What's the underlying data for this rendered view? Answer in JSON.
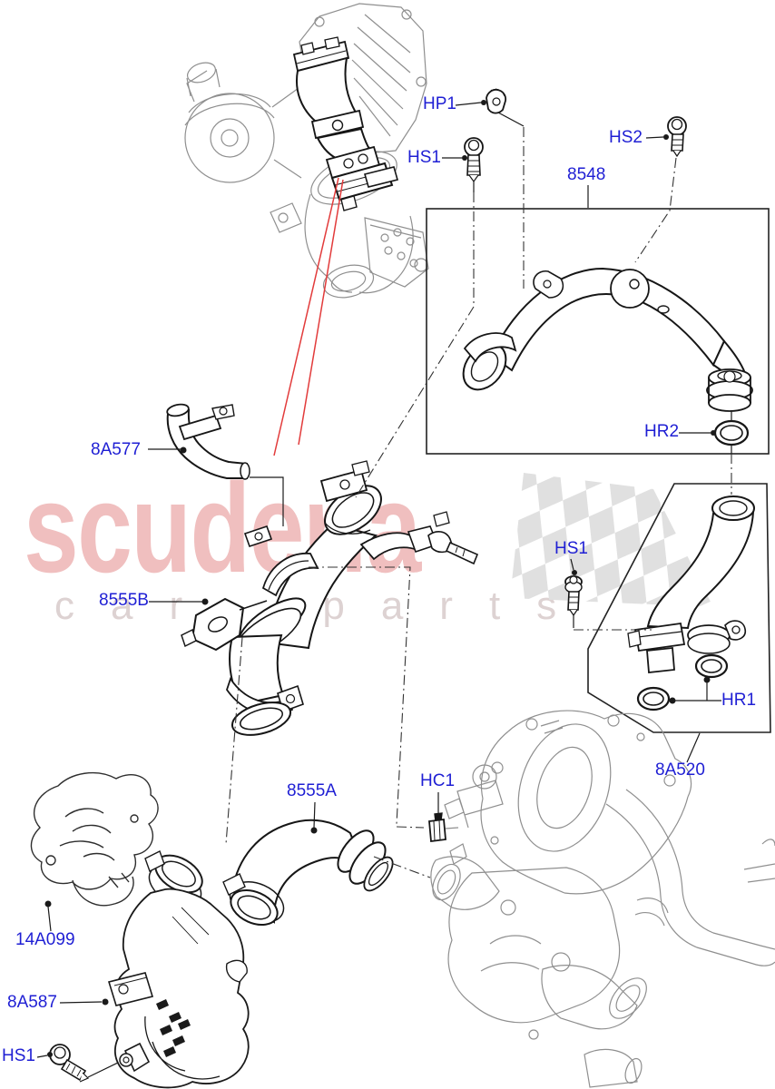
{
  "accent_color": "#1f1fd4",
  "line_color": "#1a1a1a",
  "engine_line_color": "#8f8f8f",
  "red_leader_color": "#e23b3b",
  "watermark": {
    "brand": "scuderia",
    "sub": "car parts",
    "brand_color": "#f0bfbf",
    "flag_color": "#e0e0e0"
  },
  "callouts": [
    {
      "id": "hp1",
      "text": "HP1"
    },
    {
      "id": "hs1-top",
      "text": "HS1"
    },
    {
      "id": "hs2",
      "text": "HS2"
    },
    {
      "id": "pipe-8548",
      "text": "8548"
    },
    {
      "id": "hr2",
      "text": "HR2"
    },
    {
      "id": "hose-8a577",
      "text": "8A577"
    },
    {
      "id": "hs1-mid",
      "text": "HS1"
    },
    {
      "id": "pipe-8555b",
      "text": "8555B"
    },
    {
      "id": "hr1",
      "text": "HR1"
    },
    {
      "id": "pipe-8a520",
      "text": "8A520"
    },
    {
      "id": "hose-8555a",
      "text": "8555A"
    },
    {
      "id": "hc1",
      "text": "HC1"
    },
    {
      "id": "cover-14a099",
      "text": "14A099"
    },
    {
      "id": "housing-8a587",
      "text": "8A587"
    },
    {
      "id": "hs1-bottom",
      "text": "HS1"
    }
  ]
}
